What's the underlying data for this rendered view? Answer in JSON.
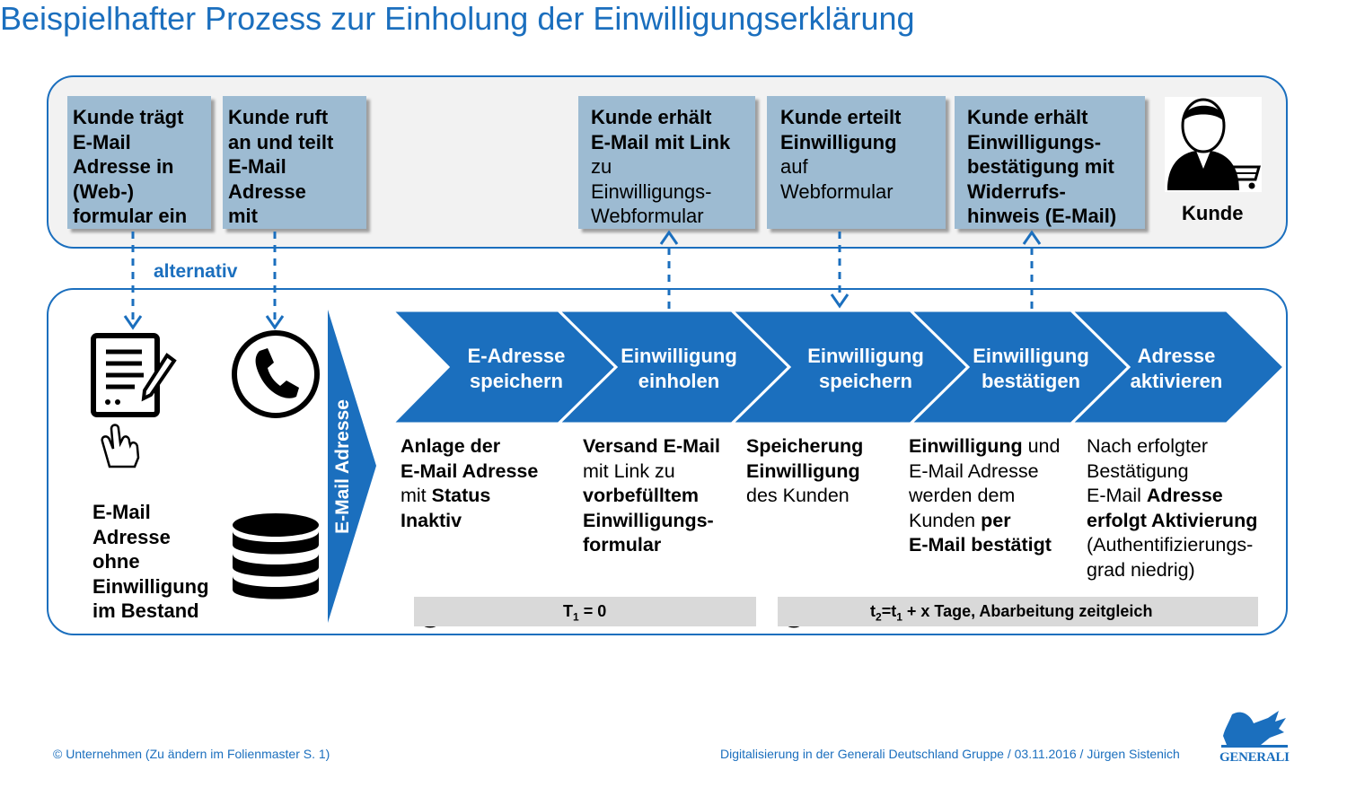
{
  "title": "Beispielhafter Prozess zur Einholung der Einwilligungserklärung",
  "customer_boxes": [
    {
      "lines": [
        {
          "t": "Kunde trägt",
          "b": true
        },
        {
          "t": "E-Mail",
          "b": true
        },
        {
          "t": "Adresse in",
          "b": true
        },
        {
          "t": "(Web-)",
          "b": true
        },
        {
          "t": "formular ein",
          "b": true
        }
      ]
    },
    {
      "lines": [
        {
          "t": "Kunde ruft",
          "b": true
        },
        {
          "t": "an und teilt",
          "b": true
        },
        {
          "t": "E-Mail",
          "b": true
        },
        {
          "t": "Adresse",
          "b": true
        },
        {
          "t": "mit",
          "b": true
        }
      ]
    },
    {
      "lines": [
        {
          "t": "Kunde erhält",
          "b": true
        },
        {
          "t": "E-Mail mit Link",
          "b": true
        },
        {
          "t": "zu",
          "b": false
        },
        {
          "t": "Einwilligungs-",
          "b": false
        },
        {
          "t": "Webformular",
          "b": false
        }
      ]
    },
    {
      "lines": [
        {
          "t": "Kunde erteilt",
          "b": true
        },
        {
          "t": "Einwilligung",
          "b": true
        },
        {
          "t": "auf",
          "b": false
        },
        {
          "t": "Webformular",
          "b": false
        }
      ]
    },
    {
      "lines": [
        {
          "t": "Kunde erhält",
          "b": true
        },
        {
          "t": "Einwilligungs-",
          "b": true
        },
        {
          "t": "bestätigung mit",
          "b": true
        },
        {
          "t": "Widerrufs-",
          "b": true
        },
        {
          "t": "hinweis (E-Mail)",
          "b": true
        }
      ]
    }
  ],
  "customer_label": "Kunde",
  "alternativ_label": "alternativ",
  "bestand_lines": [
    "E-Mail",
    "Adresse",
    "ohne",
    "Einwilligung",
    "im Bestand"
  ],
  "email_vertical_label": "E-Mail Adresse",
  "steps": [
    {
      "l1": "E-Adresse",
      "l2": "speichern"
    },
    {
      "l1": "Einwilligung",
      "l2": "einholen"
    },
    {
      "l1": "Einwilligung",
      "l2": "speichern"
    },
    {
      "l1": "Einwilligung",
      "l2": "bestätigen"
    },
    {
      "l1": "Adresse",
      "l2": "aktivieren"
    }
  ],
  "descriptions": [
    [
      [
        {
          "t": "Anlage der",
          "b": true
        }
      ],
      [
        {
          "t": "E-Mail Adresse",
          "b": true
        }
      ],
      [
        {
          "t": "mit ",
          "b": false
        },
        {
          "t": "Status",
          "b": true
        }
      ],
      [
        {
          "t": "Inaktiv",
          "b": true
        }
      ]
    ],
    [
      [
        {
          "t": "Versand E-Mail",
          "b": true
        }
      ],
      [
        {
          "t": "mit Link zu",
          "b": false
        }
      ],
      [
        {
          "t": "vorbefülltem",
          "b": true
        }
      ],
      [
        {
          "t": "Einwilligungs-",
          "b": true
        }
      ],
      [
        {
          "t": "formular",
          "b": true
        }
      ]
    ],
    [
      [
        {
          "t": "Speicherung",
          "b": true
        }
      ],
      [
        {
          "t": "Einwilligung",
          "b": true
        }
      ],
      [
        {
          "t": "des Kunden",
          "b": false
        }
      ]
    ],
    [
      [
        {
          "t": "Einwilligung",
          "b": true
        },
        {
          "t": " und",
          "b": false
        }
      ],
      [
        {
          "t": "E-Mail Adresse",
          "b": false
        }
      ],
      [
        {
          "t": "werden dem",
          "b": false
        }
      ],
      [
        {
          "t": "Kunden ",
          "b": false
        },
        {
          "t": "per",
          "b": true
        }
      ],
      [
        {
          "t": "E-Mail bestätigt",
          "b": true
        }
      ]
    ],
    [
      [
        {
          "t": "Nach erfolgter",
          "b": false
        }
      ],
      [
        {
          "t": "Bestätigung",
          "b": false
        }
      ],
      [
        {
          "t": "E-Mail ",
          "b": false
        },
        {
          "t": "Adresse",
          "b": true
        }
      ],
      [
        {
          "t": "erfolgt Aktivierung",
          "b": true
        }
      ],
      [
        {
          "t": "(Authentifizierungs-",
          "b": false
        }
      ],
      [
        {
          "t": "grad niedrig)",
          "b": false
        }
      ]
    ]
  ],
  "timeline": {
    "t1": {
      "main": "T",
      "sub": "1",
      "rest": " = 0"
    },
    "t2": {
      "a": "t",
      "sub1": "2",
      "b": "=t",
      "sub2": "1",
      "rest": " + x Tage, Abarbeitung zeitgleich"
    }
  },
  "footer_left": "© Unternehmen (Zu ändern im Folienmaster S. 1)",
  "footer_right": "Digitalisierung in der Generali Deutschland Gruppe / 03.11.2016 / Jürgen Sistenich",
  "logo_text": "GENERALI",
  "colors": {
    "brand_blue": "#1b6fbe",
    "box_blue": "#9dbbd2",
    "panel_gray": "#f2f2f2",
    "bar_gray": "#d9d9d9"
  }
}
